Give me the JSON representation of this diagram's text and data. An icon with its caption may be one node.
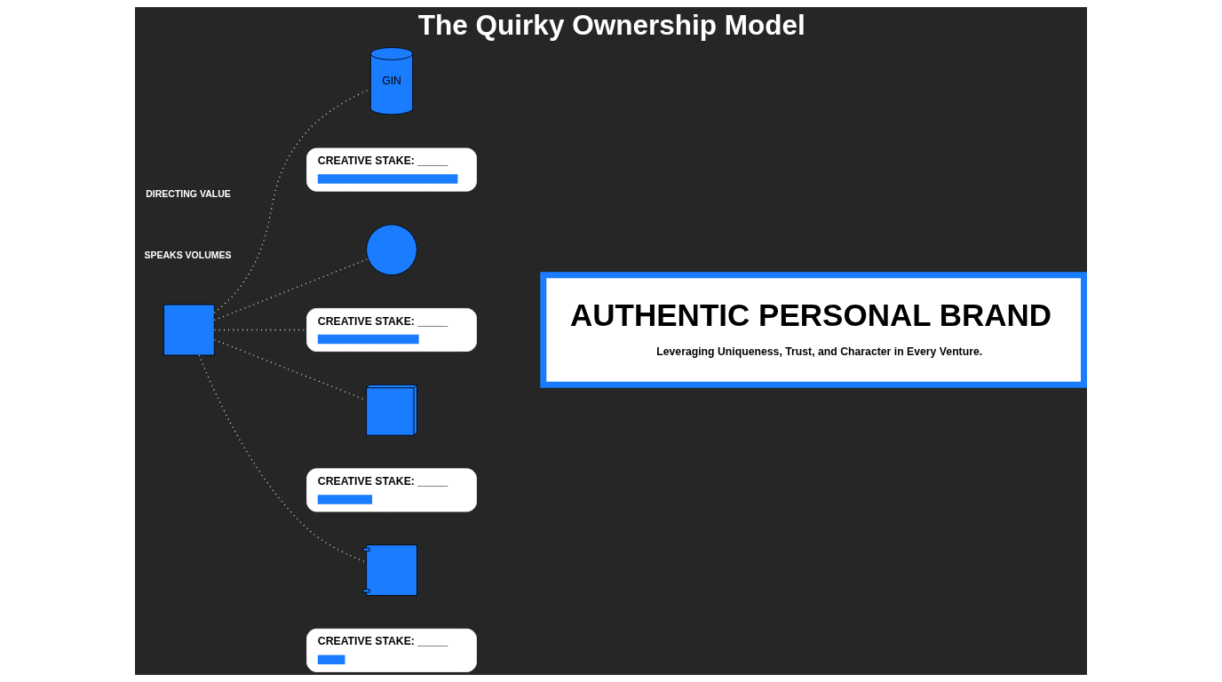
{
  "diagram": {
    "title": "The Quirky Ownership Model",
    "nodes": [
      {
        "text": [
          "GIN"
        ]
      },
      {
        "text": [
          "CREATIVE STAKE: _____"
        ]
      },
      {
        "text": [],
        "shape": "ball"
      },
      {
        "text": [
          "CREATIVE STAKE: _____"
        ]
      },
      {
        "text": [
          "AUTHENTIC PERSONAL BRAND",
          "Leveraging Uniqueness, Trust, and Character in Every Venture."
        ]
      },
      {
        "text": [],
        "shape": "phone"
      },
      {
        "text": [],
        "shape": "chip"
      },
      {
        "text": [],
        "shape": "camera"
      },
      {
        "text": [
          "CREATIVE STAKE: _____"
        ]
      },
      {
        "text": [
          "CREATIVE STAKE: _____"
        ]
      }
    ],
    "edges": [
      {
        "from": 5,
        "to": 0,
        "arrow": "none",
        "style": "dashed"
      },
      {
        "from": 5,
        "to": 2,
        "arrow": "none",
        "style": "dashed"
      },
      {
        "from": 5,
        "to": 3,
        "arrow": "none",
        "style": "dashed"
      },
      {
        "from": 5,
        "to": 6,
        "arrow": "none",
        "style": "dashed"
      },
      {
        "from": 5,
        "to": 7,
        "arrow": "none",
        "style": "dashed"
      }
    ],
    "labels": [
      "SPEAKS VOLUMES",
      "DIRECTING VALUE"
    ]
  }
}
